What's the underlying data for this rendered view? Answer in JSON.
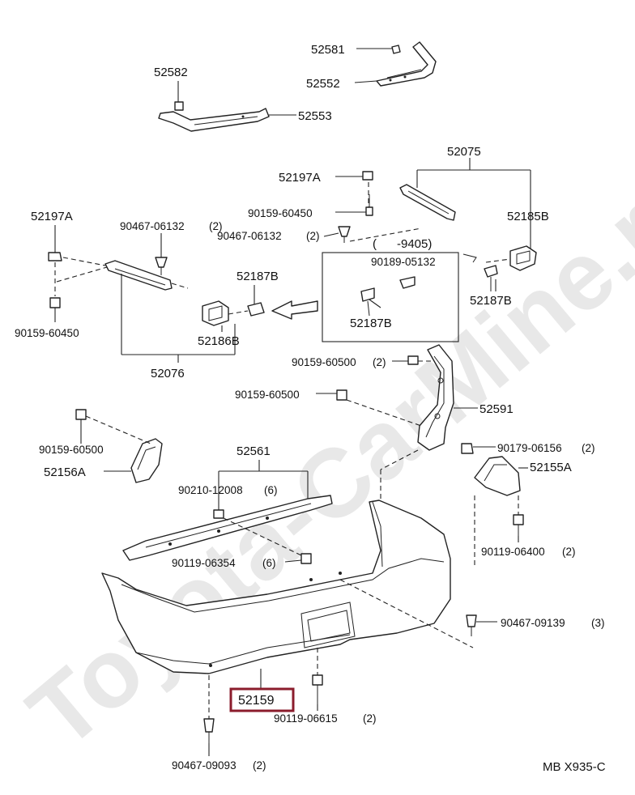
{
  "watermark": "Toyota-CarMine.ru",
  "figure_code": "MB X935-C",
  "highlight_color": "#8b1c2c",
  "callouts": {
    "c52581": "52581",
    "c52552": "52552",
    "c52582": "52582",
    "c52553": "52553",
    "c52075": "52075",
    "c52197a_r": "52197A",
    "c90159_60450_r": "90159-60450",
    "c90467_06132_r": "90467-06132",
    "c90467_06132_r_q": "(2)",
    "c52185b": "52185B",
    "c52197a_l": "52197A",
    "c90467_06132_l": "90467-06132",
    "c90467_06132_l_q": "(2)",
    "c9405": "(      -9405)",
    "c90189_05132": "90189-05132",
    "c52187b_mid": "52187B",
    "c52187b_r": "52187B",
    "c52187b_box": "52187B",
    "c90159_60450_l": "90159-60450",
    "c52186b": "52186B",
    "c52076": "52076",
    "c90159_60500_a": "90159-60500",
    "c90159_60500_a_q": "(2)",
    "c90159_60500_b": "90159-60500",
    "c52591": "52591",
    "c90159_60500_c": "90159-60500",
    "c52156a": "52156A",
    "c52561": "52561",
    "c90179_06156": "90179-06156",
    "c90179_06156_q": "(2)",
    "c52155a": "52155A",
    "c90210_12008": "90210-12008",
    "c90210_12008_q": "(6)",
    "c90119_06354": "90119-06354",
    "c90119_06354_q": "(6)",
    "c90119_06400": "90119-06400",
    "c90119_06400_q": "(2)",
    "c90467_09139": "90467-09139",
    "c90467_09139_q": "(3)",
    "c52159": "52159",
    "c90119_06615": "90119-06615",
    "c90119_06615_q": "(2)",
    "c90467_09093": "90467-09093",
    "c90467_09093_q": "(2)"
  }
}
